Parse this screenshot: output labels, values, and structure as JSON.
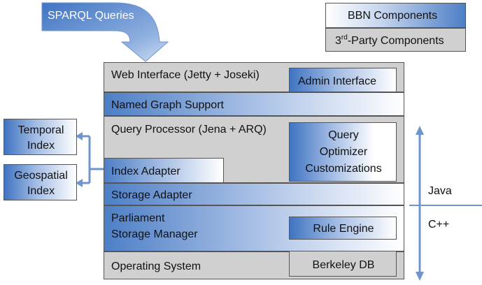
{
  "sparql_queries": "SPARQL Queries",
  "legend": {
    "bbn": "BBN Components",
    "third_party": "3rd-Party Components",
    "third_party_pre": "3",
    "third_party_sup": "rd",
    "third_party_post": "-Party Components"
  },
  "layers": {
    "web_interface": "Web Interface (Jetty + Joseki)",
    "admin_interface": "Admin Interface",
    "named_graph": "Named Graph Support",
    "query_processor": "Query Processor (Jena + ARQ)",
    "query_optimizer": [
      "Query",
      "Optimizer",
      "Customizations"
    ],
    "index_adapter": "Index Adapter",
    "storage_adapter": "Storage Adapter",
    "parliament": [
      "Parliament",
      "Storage Manager"
    ],
    "rule_engine": "Rule Engine",
    "operating_system": "Operating System",
    "berkeley_db": "Berkeley DB"
  },
  "indexes": {
    "temporal": [
      "Temporal",
      "Index"
    ],
    "geospatial": [
      "Geospatial",
      "Index"
    ]
  },
  "languages": {
    "java": "Java",
    "cpp": "C++"
  },
  "colors": {
    "bbn_blue": "#4d7fc6",
    "third_party_gray": "#d0d0d0",
    "arrow_blue": "#6f95cf"
  }
}
